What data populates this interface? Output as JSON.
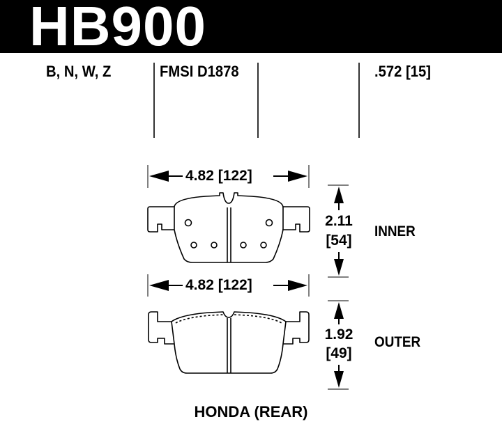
{
  "header": {
    "part_number": "HB900"
  },
  "specs": {
    "compounds": "B, N, W, Z",
    "fmsi": "FMSI D1878",
    "thickness": ".572 [15]"
  },
  "inner_pad": {
    "width_dim": "4.82 [122]",
    "height_dim_in": "2.11",
    "height_dim_mm": "[54]",
    "label": "INNER"
  },
  "outer_pad": {
    "width_dim": "4.82 [122]",
    "height_dim_in": "1.92",
    "height_dim_mm": "[49]",
    "label": "OUTER"
  },
  "footer": {
    "application": "HONDA (REAR)"
  },
  "colors": {
    "header_bg": "#000000",
    "header_text": "#ffffff",
    "line": "#000000"
  }
}
